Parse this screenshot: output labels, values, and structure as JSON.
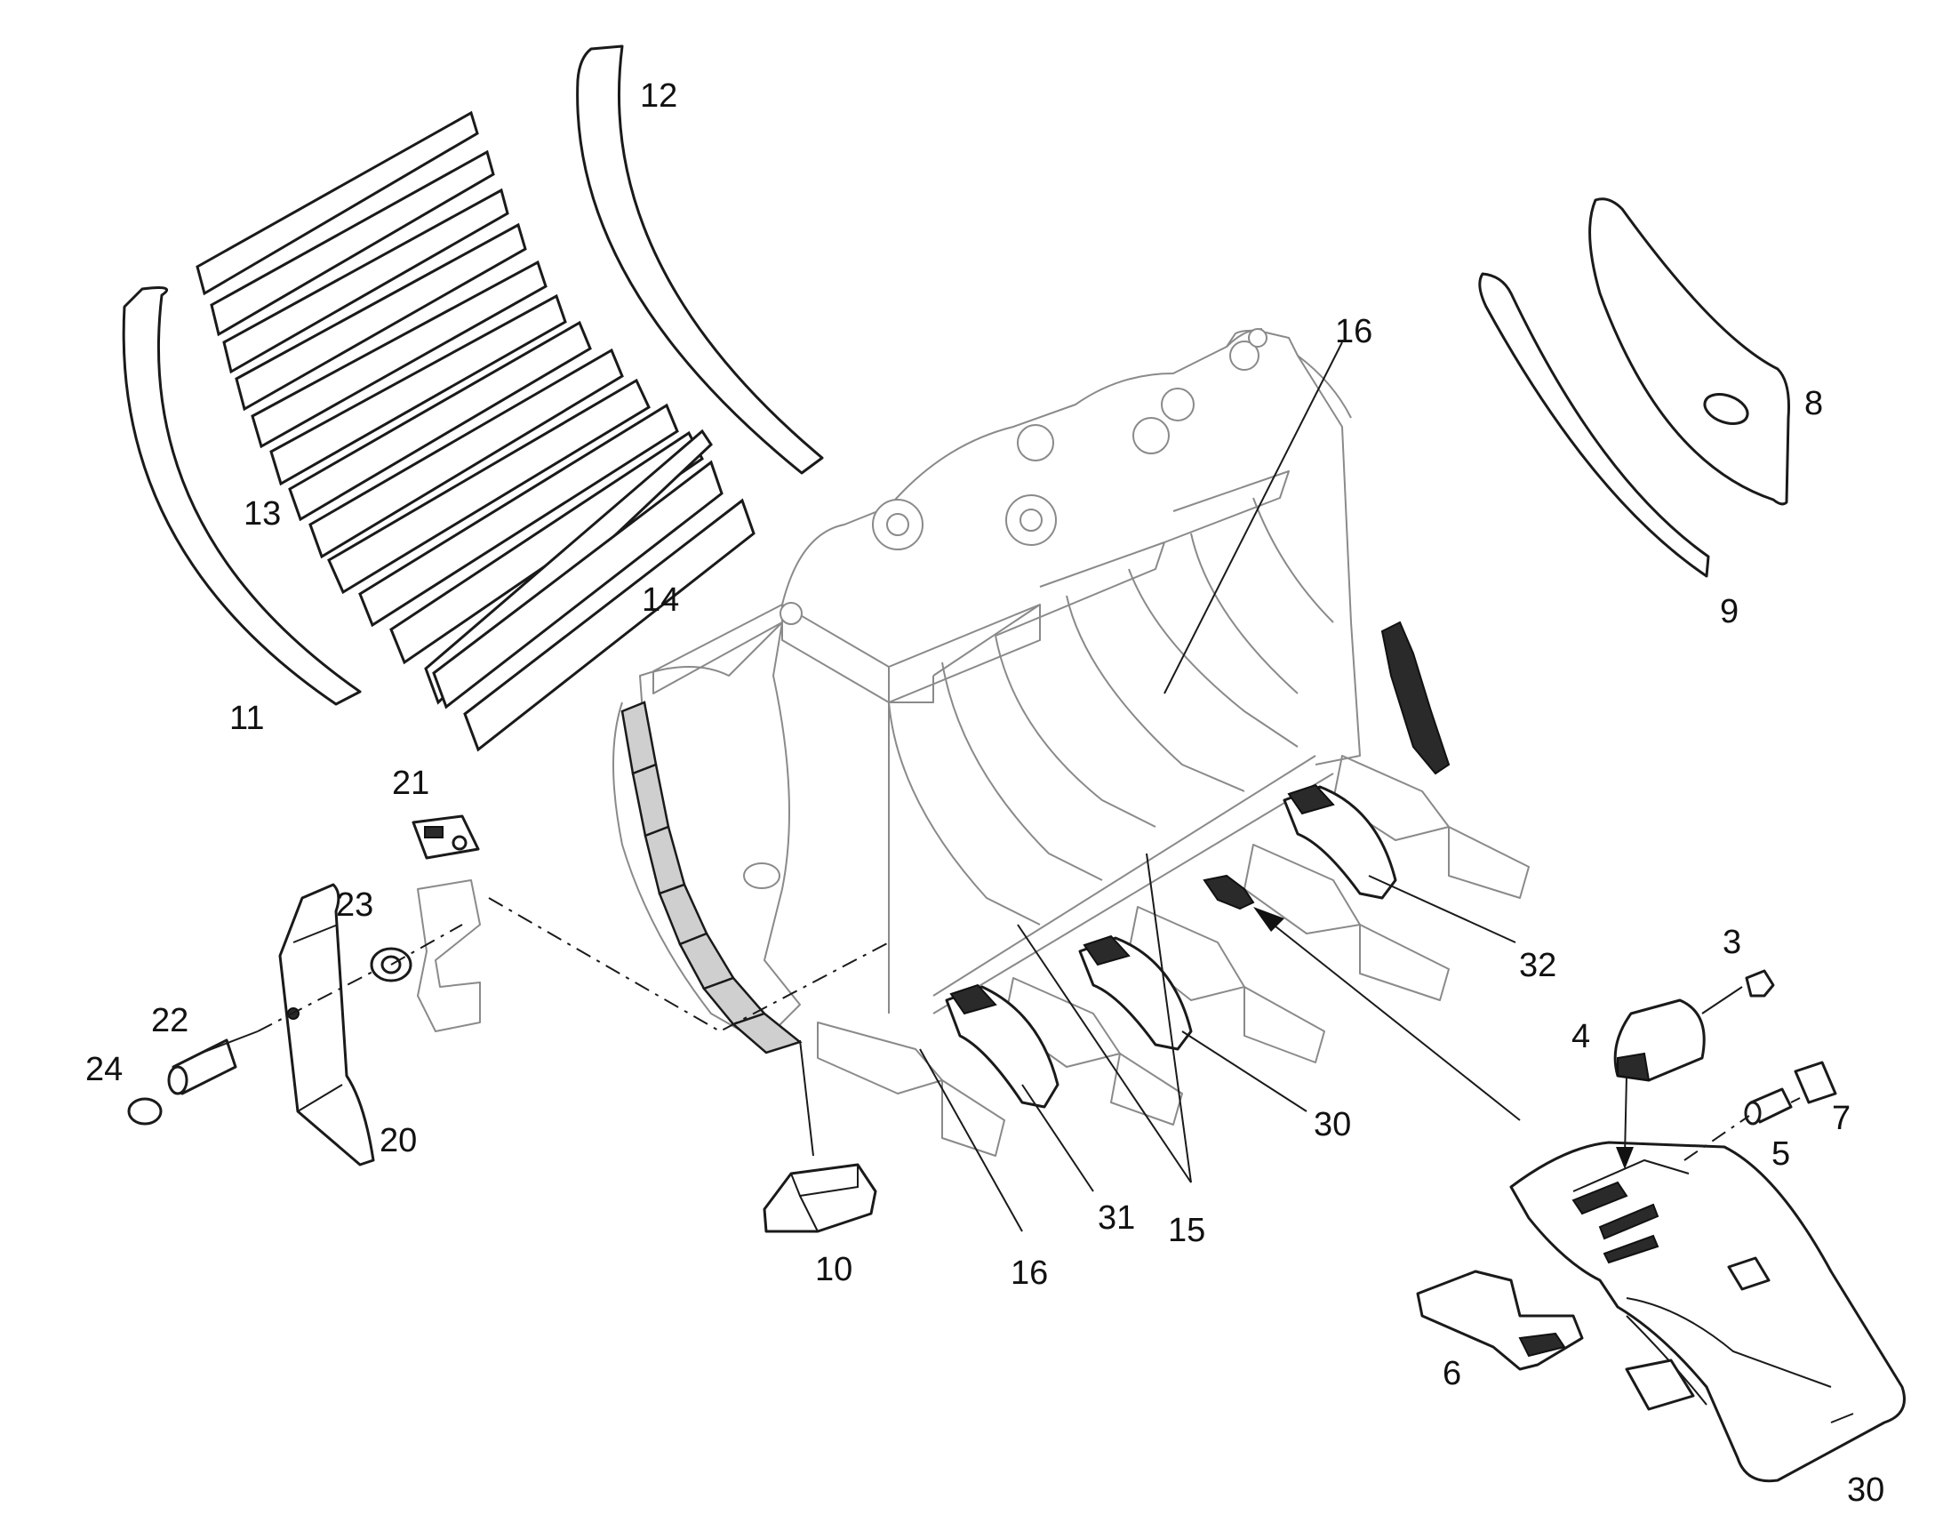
{
  "diagram": {
    "callouts": {
      "c3": "3",
      "c4": "4",
      "c5": "5",
      "c6": "6",
      "c7": "7",
      "c8": "8",
      "c9": "9",
      "c10": "10",
      "c11": "11",
      "c12": "12",
      "c13": "13",
      "c14": "14",
      "c15": "15",
      "c16_top": "16",
      "c16_bottom": "16",
      "c20": "20",
      "c21": "21",
      "c22": "22",
      "c23": "23",
      "c24": "24",
      "c30_mid": "30",
      "c30_detail": "30",
      "c31": "31",
      "c32": "32"
    },
    "colors": {
      "line": "#1a1a1a",
      "ghost": "#8a8a8a",
      "background": "#ffffff"
    }
  }
}
